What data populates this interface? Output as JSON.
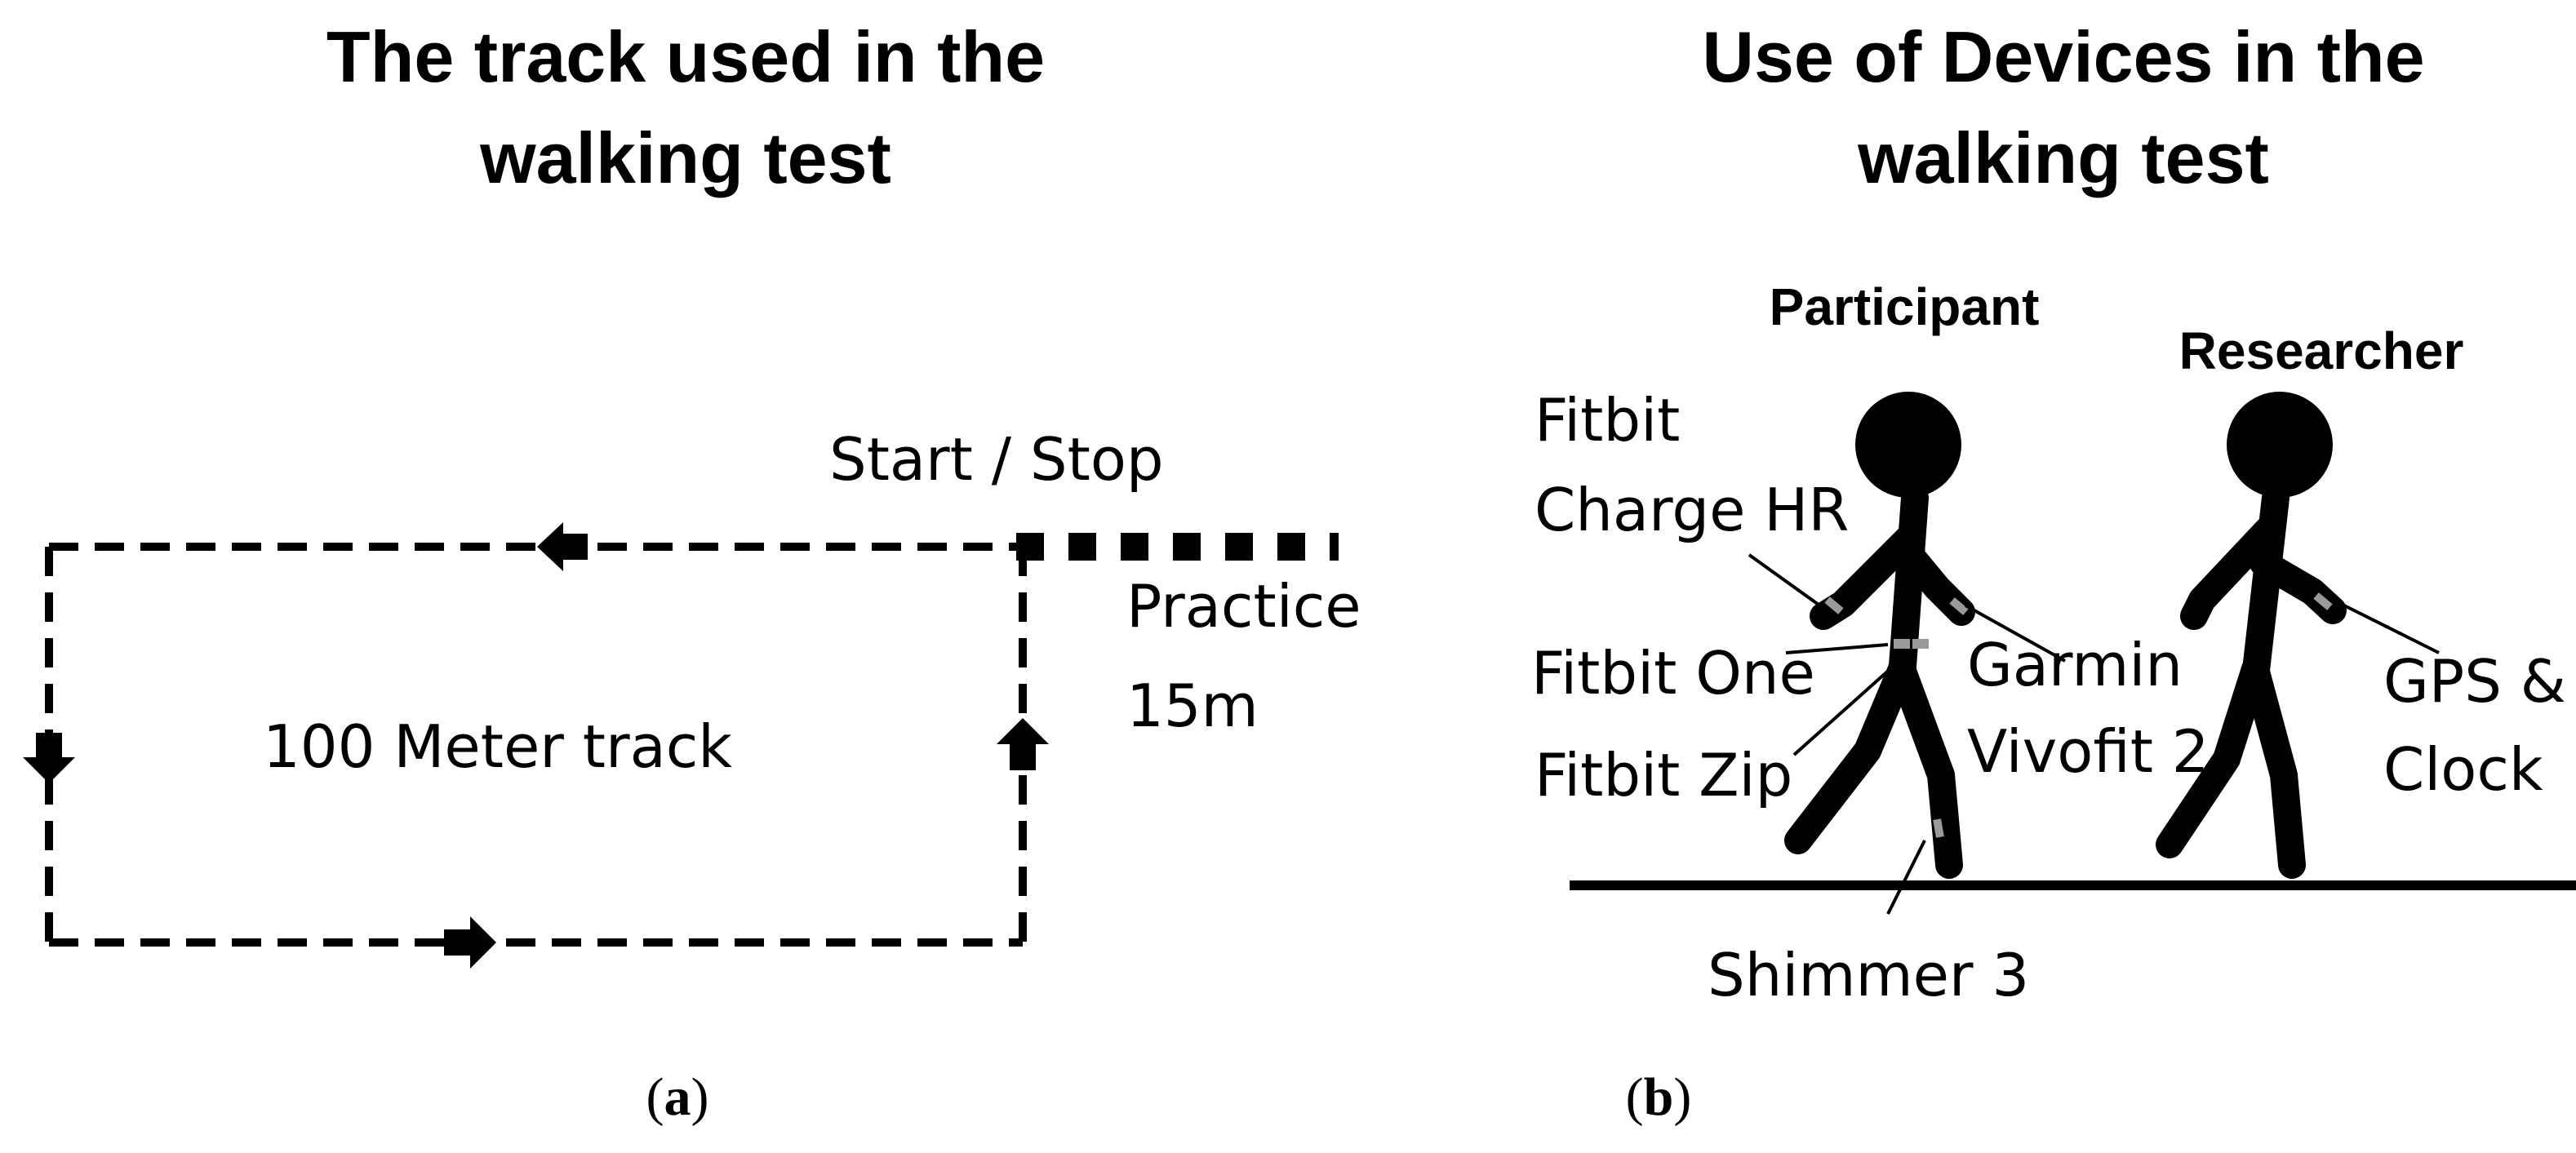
{
  "panel_a": {
    "title": "The track used in the\nwalking test",
    "labels": {
      "start_stop": "Start / Stop",
      "practice": "Practice",
      "practice_distance": "15m",
      "track": "100 Meter track"
    },
    "caption_open": "(",
    "caption_letter": "a",
    "caption_close": ")"
  },
  "panel_b": {
    "title": "Use of Devices in the\nwalking test",
    "participant_label": "Participant",
    "researcher_label": "Researcher",
    "devices": {
      "charge_line1": "Fitbit",
      "charge_line2": "Charge HR",
      "one": "Fitbit One",
      "zip": "Fitbit Zip",
      "garmin_line1": "Garmin",
      "garmin_line2": "Vivofit 2",
      "shimmer": "Shimmer 3",
      "gps_line1": "GPS &",
      "gps_line2": "Clock"
    },
    "caption_open": "(",
    "caption_letter": "b",
    "caption_close": ")"
  },
  "colors": {
    "ink": "#000000",
    "sensor": "#9a9a9a"
  }
}
